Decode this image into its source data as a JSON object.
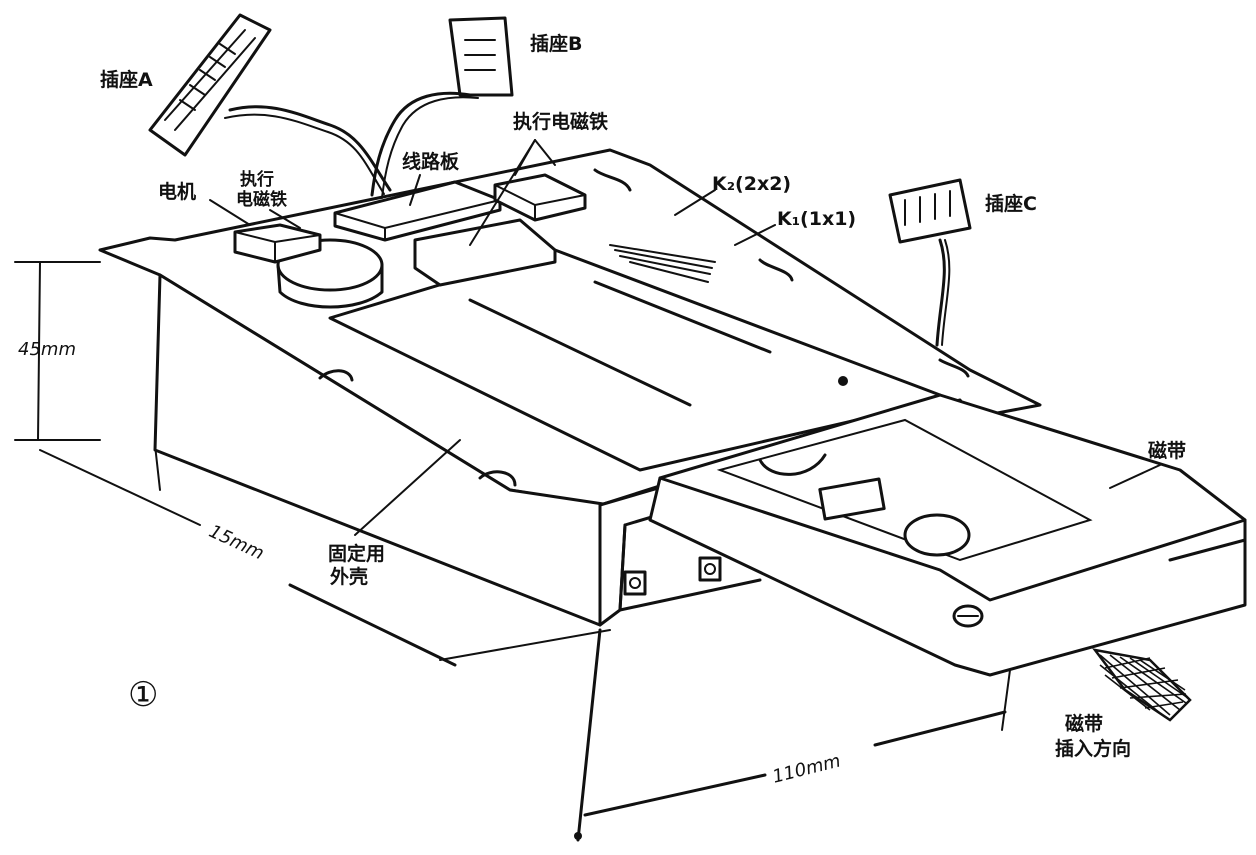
{
  "figure_number": "①",
  "labels": {
    "socket_a": "插座A",
    "socket_b": "插座B",
    "socket_c": "插座C",
    "actuator_solenoid_top": "执行电磁铁",
    "motor": "电机",
    "actuator_solenoid_left_1": "执行",
    "actuator_solenoid_left_2": "电磁铁",
    "circuit_board": "线路板",
    "k2": "K₂(2x2)",
    "k1": "K₁(1x1)",
    "tape": "磁带",
    "housing_1": "固定用",
    "housing_2": "外壳",
    "insert_dir_1": "磁带",
    "insert_dir_2": "插入方向"
  },
  "dimensions": {
    "height": "45mm",
    "depth": "15mm",
    "width": "110mm"
  }
}
